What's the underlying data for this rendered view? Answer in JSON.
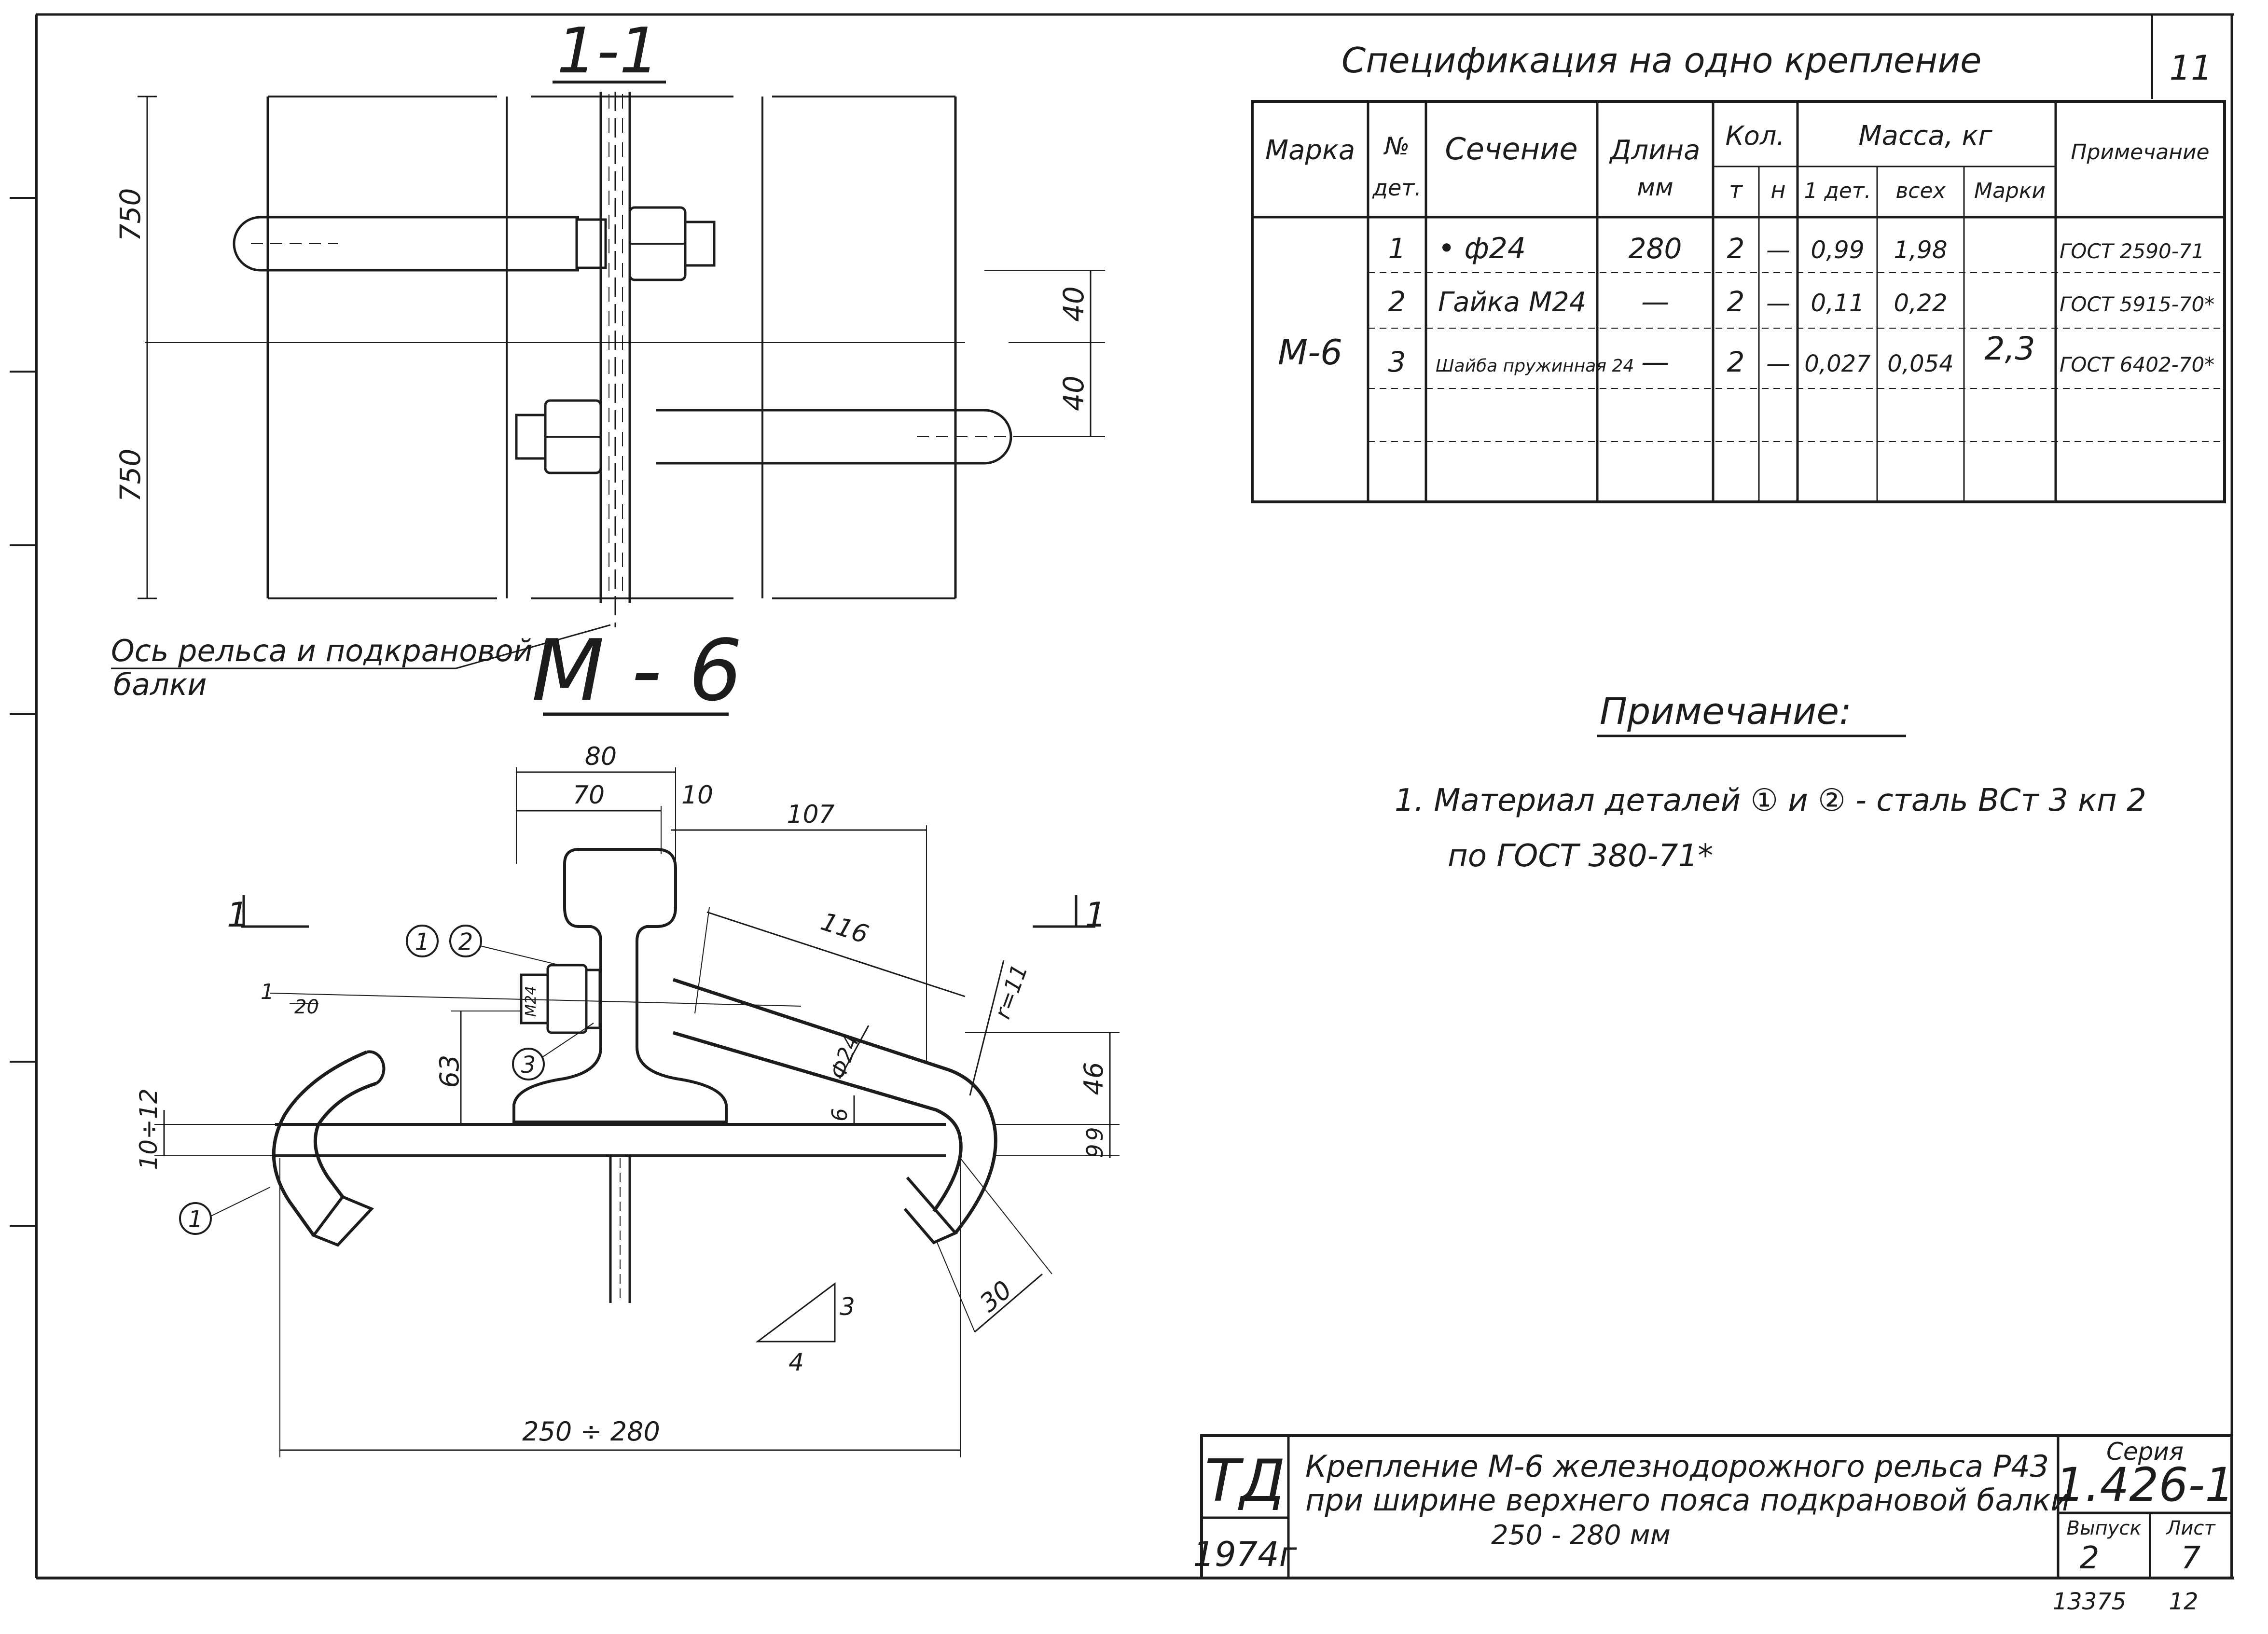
{
  "sheet_number_corner": "11",
  "section_view": {
    "title": "1-1",
    "dim_750_top": "750",
    "dim_750_bottom": "750",
    "dim_40_top": "40",
    "dim_40_bottom": "40",
    "axis_label_line1": "Ось рельса и подкрановой",
    "axis_label_line2": "балки"
  },
  "main_view": {
    "title": "М - 6",
    "dim_80": "80",
    "dim_70": "70",
    "dim_10": "10",
    "dim_107": "107",
    "dim_116": "116",
    "dim_r11": "r=11",
    "dim_phi24": "Ф24",
    "dim_63": "63",
    "dim_46": "46",
    "dim_6": "6",
    "dim_9a": "9",
    "dim_9b": "9",
    "dim_10_12": "10÷12",
    "dim_20": "20",
    "dim_30": "30",
    "dim_250_280": "250 ÷ 280",
    "slope_3": "3",
    "slope_4": "4",
    "marker_1": "1",
    "marker_2": "2",
    "marker_3": "3",
    "marker_1_lower": "1",
    "cut_left": "1",
    "cut_right": "1",
    "nut_text": "М24"
  },
  "spec": {
    "title": "Спецификация на одно крепление",
    "headers": {
      "marka": "Марка",
      "det_no_line1": "№",
      "det_no_line2": "дет.",
      "section": "Сечение",
      "length_line1": "Длина",
      "length_line2": "мм",
      "qty": "Кол.",
      "qty_t": "т",
      "qty_n": "н",
      "mass": "Масса, кг",
      "mass_det": "1 дет.",
      "mass_all": "всех",
      "mass_mark": "Марки",
      "note": "Примечание"
    },
    "mark": "М-6",
    "mark_mass": "2,3",
    "rows": [
      {
        "no": "1",
        "section": "• ф24",
        "length": "280",
        "t": "2",
        "n": "—",
        "m1": "0,99",
        "mall": "1,98",
        "note": "ГОСТ 2590-71"
      },
      {
        "no": "2",
        "section": "Гайка М24",
        "length": "—",
        "t": "2",
        "n": "—",
        "m1": "0,11",
        "mall": "0,22",
        "note": "ГОСТ 5915-70*"
      },
      {
        "no": "3",
        "section": "Шайба пружинная 24",
        "length": "—",
        "t": "2",
        "n": "—",
        "m1": "0,027",
        "mall": "0,054",
        "note": "ГОСТ 6402-70*"
      }
    ]
  },
  "note": {
    "heading": "Примечание:",
    "line1": "1. Материал деталей  ①  и  ② - сталь ВСт 3 кп 2",
    "line2": "по ГОСТ 380-71*"
  },
  "title_block": {
    "org": "ТД",
    "year": "1974г",
    "title_line1": "Крепление М-6 железнодорожного рельса Р43",
    "title_line2": "при ширине верхнего пояса подкрановой балки",
    "title_line3": "250 - 280 мм",
    "series_label": "Серия",
    "series_value": "1.426-1",
    "issue_label": "Выпуск",
    "issue_value": "2",
    "sheet_label": "Лист",
    "sheet_value": "7"
  },
  "stamp_bottom_left": "13375",
  "stamp_bottom_right": "12"
}
